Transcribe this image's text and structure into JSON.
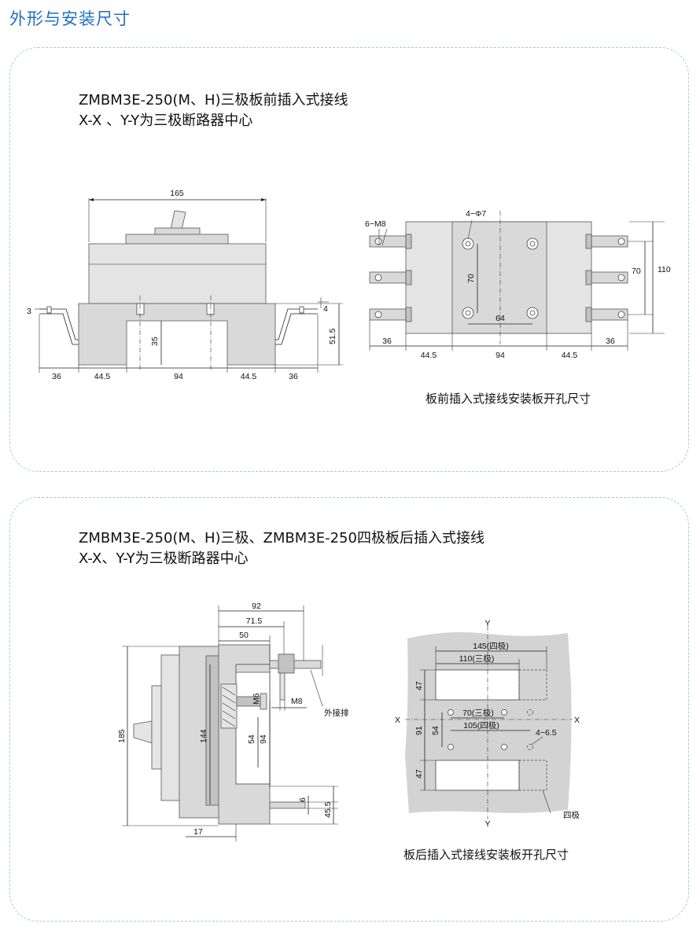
{
  "page": {
    "title": "外形与安装尺寸"
  },
  "section1": {
    "heading_line1": "ZMBM3E-250(M、H)三极板前插入式接线",
    "heading_line2": "X-X 、Y-Y为三极断路器中心",
    "caption": "板前插入式接线安装板开孔尺寸",
    "front_view": {
      "dim_165": "165",
      "dim_3": "3",
      "dim_4": "4",
      "dim_51_5": "51.5",
      "dim_35": "35",
      "dim_36_left": "36",
      "dim_44_5_left": "44.5",
      "dim_94": "94",
      "dim_44_5_right": "44.5",
      "dim_36_right": "36"
    },
    "top_view": {
      "dim_6_m8": "6−M8",
      "dim_4_phi7": "4−Φ7",
      "dim_70_inner": "70",
      "dim_64": "64",
      "dim_70_right": "70",
      "dim_110": "110",
      "dim_36_left": "36",
      "dim_36_right": "36",
      "dim_44_5_left": "44.5",
      "dim_94": "94",
      "dim_44_5_right": "44.5"
    }
  },
  "section2": {
    "heading_line1": "ZMBM3E-250(M、H)三极、ZMBM3E-250四极板后插入式接线",
    "heading_line2": "X-X、Y-Y为三极断路器中心",
    "caption": "板后插入式接线安装板开孔尺寸",
    "side_view": {
      "dim_92": "92",
      "dim_71_5": "71.5",
      "dim_50": "50",
      "dim_185": "185",
      "dim_144": "144",
      "dim_m6": "M6",
      "dim_54": "54",
      "dim_94": "94",
      "dim_m8": "M8",
      "label_busbar": "外接排",
      "dim_6": "6",
      "dim_45_5": "45.5",
      "dim_17": "17"
    },
    "cutout": {
      "label_y_top": "Y",
      "label_y_bottom": "Y",
      "label_x_left": "X",
      "label_x_right": "X",
      "dim_145": "145(四极)",
      "dim_110": "110(三极)",
      "dim_70": "70(三极)",
      "dim_105": "105(四极)",
      "dim_4_6_5": "4−6.5",
      "dim_47_top": "47",
      "dim_91": "91",
      "dim_54": "54",
      "dim_47_bottom": "47",
      "label_four_pole": "四极"
    }
  }
}
